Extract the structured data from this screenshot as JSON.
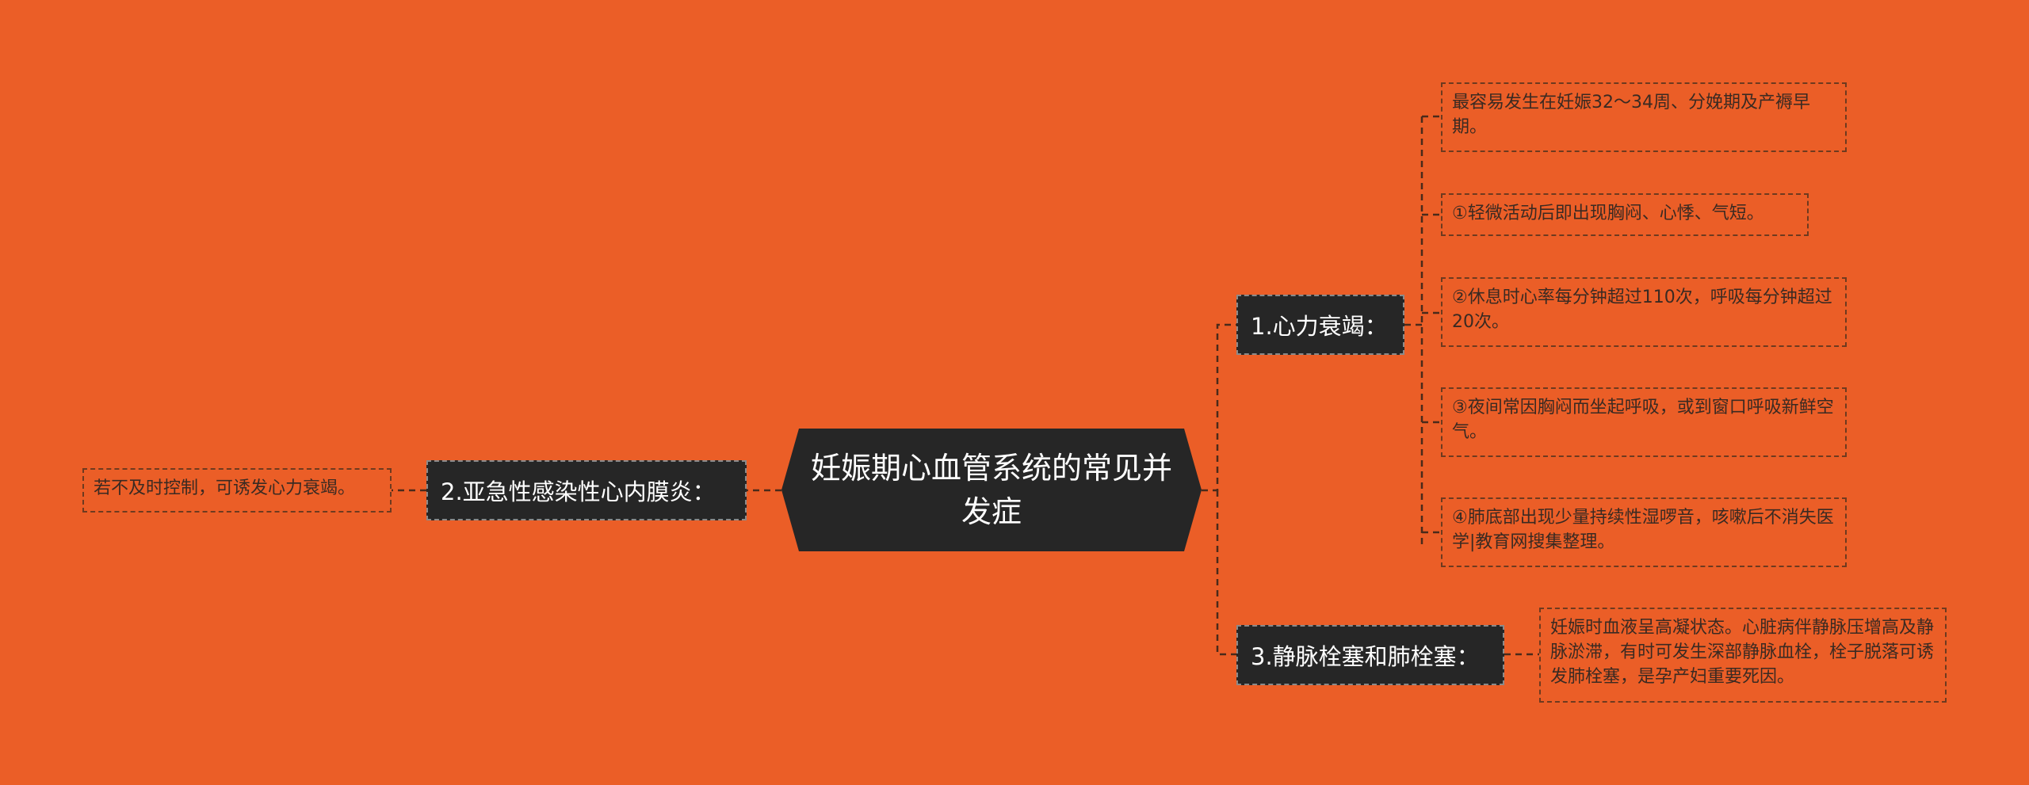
{
  "root": {
    "title": "妊娠期心血管系统的常见并发症"
  },
  "branches": [
    {
      "label": "1.心力衰竭：",
      "leaves": [
        "最容易发生在妊娠32～34周、分娩期及产褥早期。",
        "①轻微活动后即出现胸闷、心悸、气短。",
        "②休息时心率每分钟超过110次，呼吸每分钟超过20次。",
        "③夜间常因胸闷而坐起呼吸，或到窗口呼吸新鲜空气。",
        "④肺底部出现少量持续性湿啰音，咳嗽后不消失医学|教育网搜集整理。"
      ]
    },
    {
      "label": "2.亚急性感染性心内膜炎：",
      "leaves": [
        "若不及时控制，可诱发心力衰竭。"
      ]
    },
    {
      "label": "3.静脉栓塞和肺栓塞：",
      "leaves": [
        "妊娠时血液呈高凝状态。心脏病伴静脉压增高及静脉淤滞，有时可发生深部静脉血栓，栓子脱落可诱发肺栓塞，是孕产妇重要死因。"
      ]
    }
  ],
  "colors": {
    "background": "#EB5E27",
    "node_fill": "#262626",
    "node_text": "#FFFFFF",
    "leaf_text": "#3a2a22",
    "connector": "#4a2a1a"
  }
}
